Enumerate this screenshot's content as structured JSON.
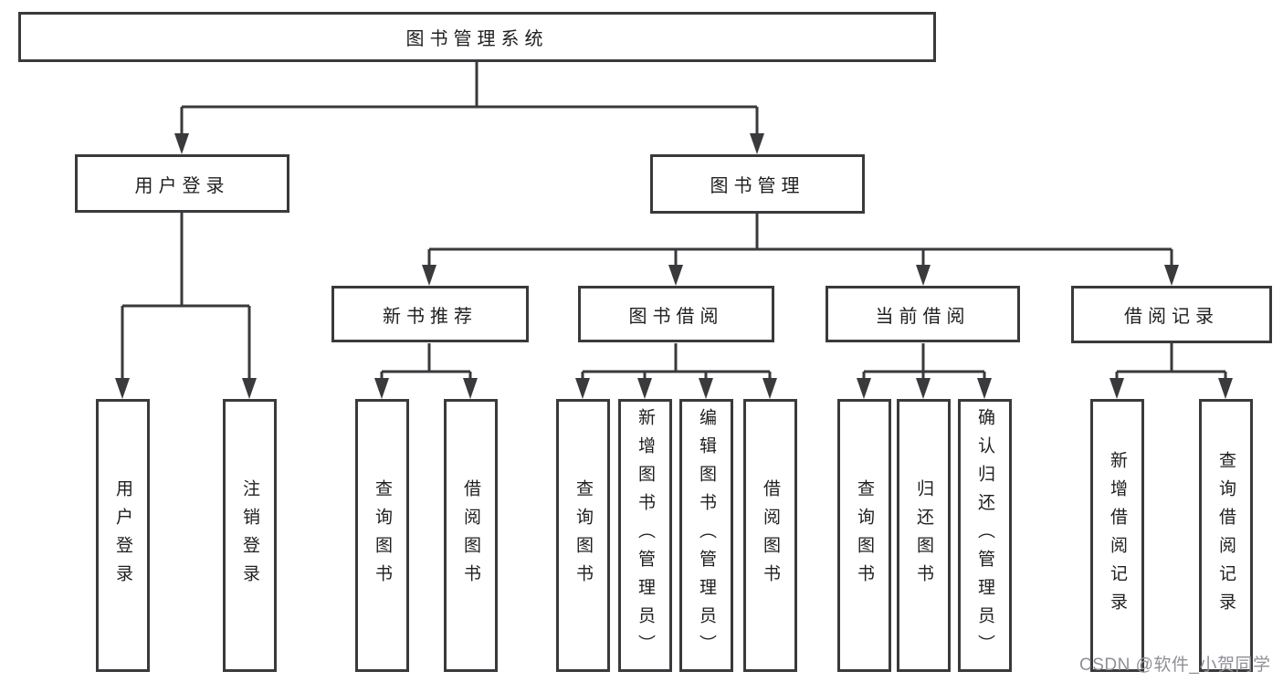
{
  "tree": {
    "label": "图书管理系统",
    "children": [
      {
        "label": "用户登录",
        "children": [
          {
            "label": "用户登录"
          },
          {
            "label": "注销登录"
          }
        ]
      },
      {
        "label": "图书管理",
        "children": [
          {
            "label": "新书推荐",
            "children": [
              {
                "label": "查询图书"
              },
              {
                "label": "借阅图书"
              }
            ]
          },
          {
            "label": "图书借阅",
            "children": [
              {
                "label": "查询图书"
              },
              {
                "label": "新增图书（管理员）"
              },
              {
                "label": "编辑图书（管理员）"
              },
              {
                "label": "借阅图书"
              }
            ]
          },
          {
            "label": "当前借阅",
            "children": [
              {
                "label": "查询图书"
              },
              {
                "label": "归还图书"
              },
              {
                "label": "确认归还（管理员）"
              }
            ]
          },
          {
            "label": "借阅记录",
            "children": [
              {
                "label": "新增借阅记录"
              },
              {
                "label": "查询借阅记录"
              }
            ]
          }
        ]
      }
    ]
  },
  "watermark": "CSDN @软件_小贺同学",
  "colors": {
    "line": "#3a3a3c",
    "background": "#ffffff",
    "text": "#202020",
    "watermark": "#8f8f97"
  }
}
